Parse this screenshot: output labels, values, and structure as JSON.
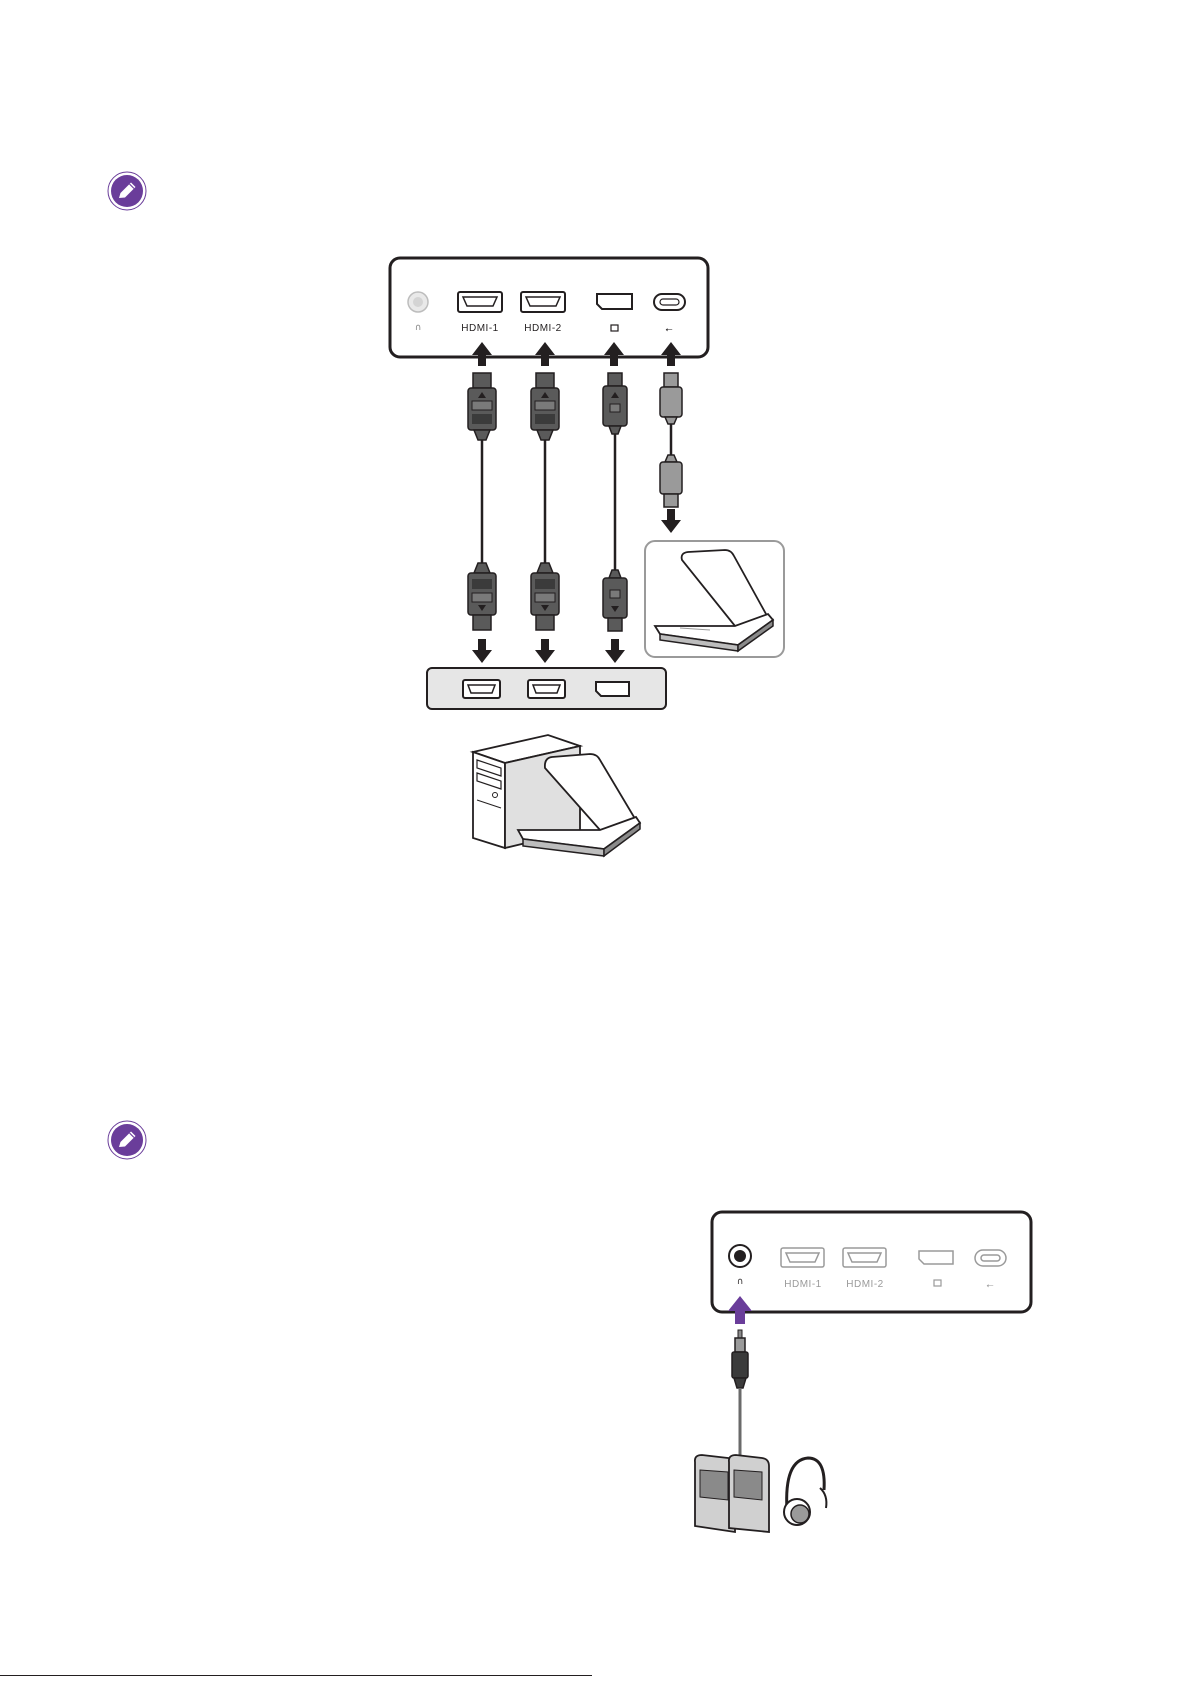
{
  "diagram1": {
    "monitor_ports": {
      "hdmi1": "HDMI-1",
      "hdmi2": "HDMI-2"
    }
  },
  "diagram2": {
    "monitor_ports": {
      "hdmi1": "HDMI-1",
      "hdmi2": "HDMI-2"
    }
  },
  "colors": {
    "note_icon": "#6a3d9a",
    "audio_arrow": "#6a3d9a",
    "outline": "#231f20",
    "connector_fill": "#5a5a5a",
    "panel_fill": "#e6e6e6"
  },
  "icons": [
    "pencil-note-icon",
    "headphone-icon",
    "displayport-icon",
    "usb-icon"
  ]
}
